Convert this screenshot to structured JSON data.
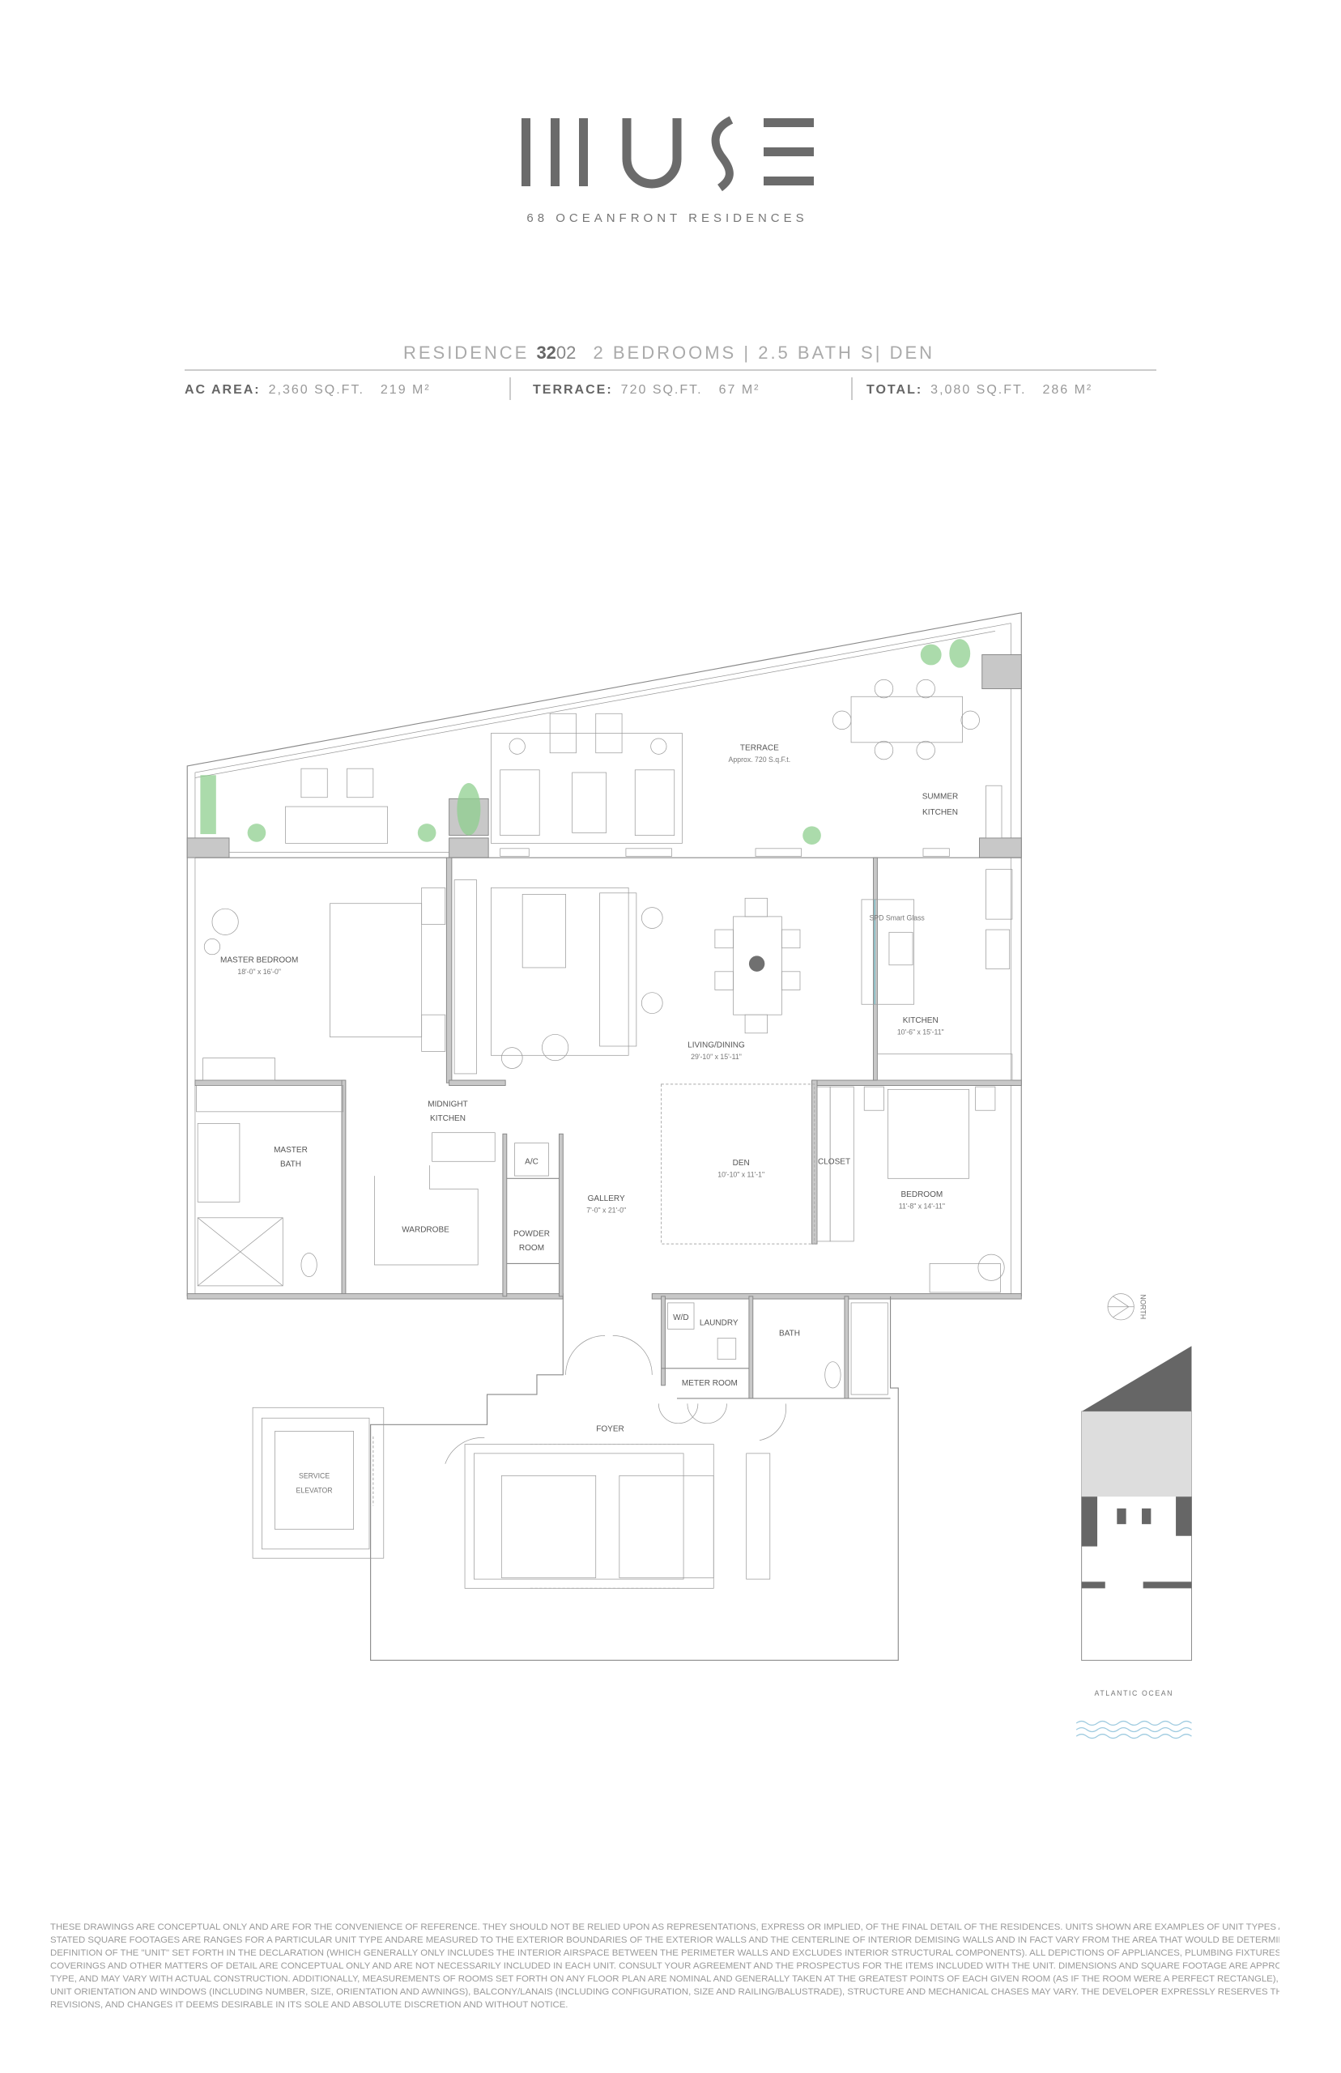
{
  "brand": {
    "logo_text": "MUSE",
    "tagline": "68 OCEANFRONT RESIDENCES",
    "logo_color": "#6b6b6b"
  },
  "residence": {
    "prefix": "RESIDENCE",
    "number_bold": "32",
    "number_light": "02",
    "bedrooms": "2 BEDROOMS",
    "sep1": "|",
    "baths": "2.5 BATH S",
    "sep2": "|",
    "den": "DEN"
  },
  "specs": [
    {
      "label": "AC AREA:",
      "sqft": "2,360 SQ.FT.",
      "sqm": "219 M²"
    },
    {
      "label": "TERRACE:",
      "sqft": "720 SQ.FT.",
      "sqm": "67 M²"
    },
    {
      "label": "TOTAL:",
      "sqft": "3,080 SQ.FT.",
      "sqm": "286 M²"
    }
  ],
  "rooms": {
    "terrace": {
      "name": "TERRACE",
      "dims": "Approx. 720 S.q.F.t."
    },
    "summer_kitchen": {
      "line1": "SUMMER",
      "line2": "KITCHEN"
    },
    "master_bedroom": {
      "name": "MASTER BEDROOM",
      "dims": "18'-0\" x 16'-0\""
    },
    "smart_glass": "SPD Smart Glass",
    "kitchen": {
      "name": "KITCHEN",
      "dims": "10'-6\" x 15'-11\""
    },
    "living": {
      "name": "LIVING/DINING",
      "dims": "29'-10\" x 15'-11\""
    },
    "midnight_kitchen": {
      "line1": "MIDNIGHT",
      "line2": "KITCHEN"
    },
    "master_bath": {
      "line1": "MASTER",
      "line2": "BATH"
    },
    "ac": "A/C",
    "den": {
      "name": "DEN",
      "dims": "10'-10\" x 11'-1\""
    },
    "closet": "CLOSET",
    "bedroom": {
      "name": "BEDROOM",
      "dims": "11'-8\" x 14'-11\""
    },
    "gallery": {
      "name": "GALLERY",
      "dims": "7'-0\" x 21'-0\""
    },
    "wardrobe": "WARDROBE",
    "powder_room": {
      "line1": "POWDER",
      "line2": "ROOM"
    },
    "wd": "W/D",
    "laundry": "LAUNDRY",
    "bath": "BATH",
    "meter_room": "METER ROOM",
    "foyer": "FOYER",
    "service_elevator": {
      "line1": "SERVICE",
      "line2": "ELEVATOR"
    }
  },
  "key_plan": {
    "north_label": "NORTH",
    "ocean_label": "ATLANTIC OCEAN",
    "wave_color": "#9fcbe0"
  },
  "disclaimer": [
    "THESE DRAWINGS ARE CONCEPTUAL ONLY AND ARE FOR THE CONVENIENCE OF REFERENCE. THEY SHOULD NOT BE RELIED UPON AS REPRESENTATIONS, EXPRESS OR IMPLIED, OF THE FINAL DETAIL OF THE RESIDENCES. UNITS SHOWN ARE EXAMPLES OF UNIT TYPES AND MAY NOT DEPICT ACTUAL UNITS.",
    "STATED SQUARE FOOTAGES ARE RANGES FOR A PARTICULAR UNIT TYPE ANDARE MEASURED TO THE EXTERIOR BOUNDARIES OF THE EXTERIOR WALLS AND THE CENTERLINE OF INTERIOR DEMISING WALLS AND IN FACT VARY FROM THE AREA THAT WOULD BE DETERMINED BY USING THE DESCRIPTION AND",
    "DEFINITION OF THE \"UNIT\" SET FORTH IN THE DECLARATION (WHICH GENERALLY ONLY INCLUDES THE INTERIOR AIRSPACE BETWEEN THE PERIMETER WALLS AND EXCLUDES INTERIOR STRUCTURAL COMPONENTS). ALL DEPICTIONS OF APPLIANCES, PLUMBING FIXTURES, EQUIPMENT, COUNTERS, SOFFITS, FLOOR",
    "COVERINGS AND OTHER MATTERS OF DETAIL ARE CONCEPTUAL ONLY AND ARE NOT NECESSARILY INCLUDED IN EACH UNIT. CONSULT YOUR AGREEMENT AND THE PROSPECTUS FOR THE ITEMS INCLUDED WITH THE UNIT. DIMENSIONS AND SQUARE FOOTAGE ARE APPROXIMATE, WILL VARY WITH SPECIFIC UNIT",
    "TYPE, AND MAY VARY WITH ACTUAL CONSTRUCTION. ADDITIONALLY, MEASUREMENTS OF ROOMS SET FORTH ON ANY FLOOR PLAN ARE NOMINAL AND GENERALLY TAKEN AT THE GREATEST POINTS OF EACH GIVEN ROOM (AS IF THE ROOM WERE A PERFECT RECTANGLE), WITHOUT REGARD FOR ANY CUTOUTS.",
    "UNIT ORIENTATION AND WINDOWS (INCLUDING NUMBER, SIZE, ORIENTATION AND AWNINGS), BALCONY/LANAIS (INCLUDING CONFIGURATION, SIZE AND RAILING/BALUSTRADE), STRUCTURE AND MECHANICAL CHASES MAY VARY. THE DEVELOPER EXPRESSLY RESERVES THE RIGHT TO MAKE MODIFICATIONS,",
    "REVISIONS, AND CHANGES IT DEEMS DESIRABLE IN ITS SOLE AND ABSOLUTE DISCRETION AND WITHOUT NOTICE."
  ]
}
